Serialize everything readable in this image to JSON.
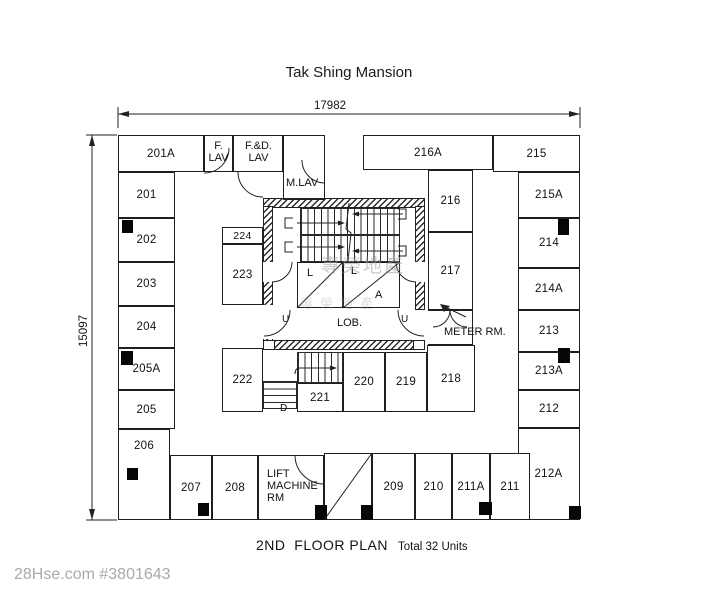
{
  "title": "Tak Shing Mansion",
  "dims": {
    "w": "17982",
    "h": "15097"
  },
  "footer": {
    "plan_title": "2ND  FLOOR PLAN",
    "total_units": "Total 32 Units"
  },
  "watermarks": {
    "site": "28Hse.com #3801643",
    "agency": "專榮地產"
  },
  "rooms": {
    "r201a": "201A",
    "r201": "201",
    "r202": "202",
    "r203": "203",
    "r204": "204",
    "r205a": "205A",
    "r205": "205",
    "r206": "206",
    "r207": "207",
    "r208": "208",
    "r209": "209",
    "r210": "210",
    "r211a": "211A",
    "r211": "211",
    "r212a": "212A",
    "r212": "212",
    "r213a": "213A",
    "r213": "213",
    "r214a": "214A",
    "r214": "214",
    "r215a": "215A",
    "r215": "215",
    "r216a": "216A",
    "r216": "216",
    "r217": "217",
    "r218": "218",
    "r219": "219",
    "r220": "220",
    "r221": "221",
    "r222": "222",
    "r223": "223",
    "r224": "224"
  },
  "labels": {
    "f_lav": "F.\nLAV",
    "fd_lav": "F.&D.\nLAV",
    "m_lav": "M.LAV",
    "lift_machine": "LIFT\nMACHINE\nRM",
    "lobby": "LOB.",
    "meter_room": "METER RM.",
    "lift_l1": "L",
    "lift_l2": "L",
    "lift_a": "A",
    "u1": "U",
    "u2": "U",
    "d1": "D"
  }
}
